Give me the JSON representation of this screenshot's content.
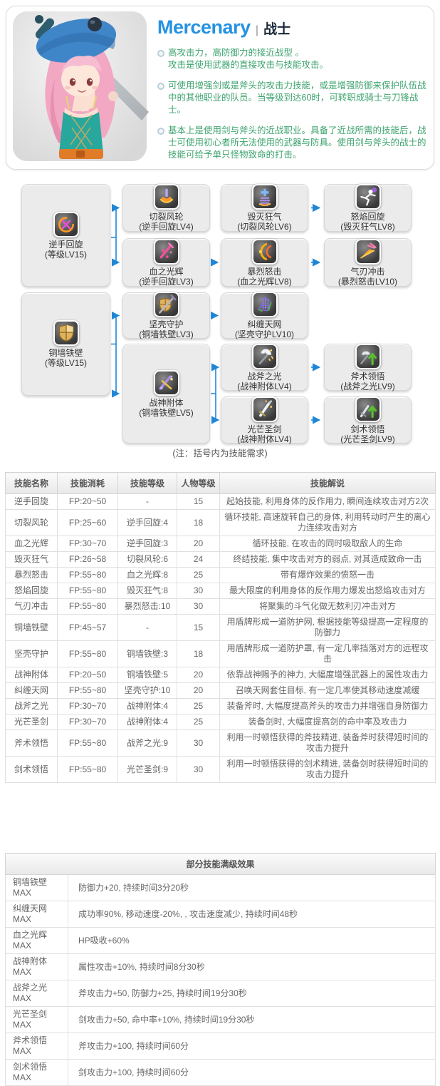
{
  "header": {
    "title_en": "Mercenary",
    "separator": "|",
    "title_cn": "战士",
    "bullets": [
      {
        "lines": [
          "高攻击力，高防御力的接近战型 。",
          "攻击是使用武器的直接攻击与技能攻击。"
        ]
      },
      {
        "lines": [
          "可使用增强剑或是斧头的攻击力技能，或是增强防御来保护队伍战",
          "中的其他职业的队员。当等级到达60时，可转职成骑士与刀锋战士。"
        ]
      },
      {
        "lines": [
          "基本上是使用剑与斧头的近战职业。具备了近战所需的技能后，战",
          "士可使用初心者所无法使用的武器与防具。使用剑与斧头的战士的",
          "技能可给予单只怪物致命的打击。"
        ]
      }
    ]
  },
  "colors": {
    "accent_blue": "#2492e2",
    "bullet_green": "#3da36e",
    "arrow_blue": "#1f86d6"
  },
  "skill_tree": {
    "note": "(注：括号内为技能需求)",
    "nodes": [
      {
        "id": "t1root",
        "name": "逆手回旋",
        "req": "(等级LV15)",
        "icon": "spin-strike-icon"
      },
      {
        "id": "qlfl",
        "name": "切裂风轮",
        "req": "(逆手回旋LV4)",
        "icon": "whirl-blade-icon"
      },
      {
        "id": "hmkq",
        "name": "毁灭狂气",
        "req": "(切裂风轮LV6)",
        "icon": "destroy-rage-icon"
      },
      {
        "id": "nyhx",
        "name": "怒焰回旋",
        "req": "(毁灭狂气LV8)",
        "icon": "rage-spin-icon"
      },
      {
        "id": "xzgh",
        "name": "血之光辉",
        "req": "(逆手回旋LV3)",
        "icon": "blood-light-icon"
      },
      {
        "id": "blnj",
        "name": "暴烈怒击",
        "req": "(血之光辉LV8)",
        "icon": "burst-strike-icon"
      },
      {
        "id": "qrcj",
        "name": "气刃冲击",
        "req": "(暴烈怒击LV10)",
        "icon": "blade-rush-icon"
      },
      {
        "id": "t2root",
        "name": "铜墙铁壁",
        "req": "(等级LV15)",
        "icon": "iron-wall-icon"
      },
      {
        "id": "jksh",
        "name": "坚壳守护",
        "req": "(铜墙铁壁LV3)",
        "icon": "shell-guard-icon"
      },
      {
        "id": "jctw",
        "name": "纠缠天网",
        "req": "(坚壳守护LV10)",
        "icon": "tangle-net-icon"
      },
      {
        "id": "zsft",
        "name": "战神附体",
        "req": "(铜墙铁壁LV5)",
        "icon": "wargod-icon"
      },
      {
        "id": "zfzg",
        "name": "战斧之光",
        "req": "(战神附体LV4)",
        "icon": "axe-light-icon"
      },
      {
        "id": "gmsj",
        "name": "光芒圣剑",
        "req": "(战神附体LV4)",
        "icon": "sword-light-icon"
      },
      {
        "id": "fslw",
        "name": "斧术领悟",
        "req": "(战斧之光LV9)",
        "icon": "axe-mastery-icon"
      },
      {
        "id": "jslw",
        "name": "剑术领悟",
        "req": "(光芒圣剑LV9)",
        "icon": "sword-mastery-icon"
      }
    ]
  },
  "skill_table": {
    "headers": [
      "技能名称",
      "技能消耗",
      "技能等级",
      "人物等级",
      "技能解说"
    ],
    "rows": [
      [
        "逆手回旋",
        "FP:20~50",
        "-",
        "15",
        "起始技能, 利用身体的反作用力, 瞬间连续攻击对方2次"
      ],
      [
        "切裂风轮",
        "FP:25~60",
        "逆手回旋:4",
        "18",
        "循环技能, 高速旋转自己的身体, 利用转动时产生的离心力连续攻击对方"
      ],
      [
        "血之光辉",
        "FP:30~70",
        "逆手回旋:3",
        "20",
        "循环技能, 在攻击的同时吸取敌人的生命"
      ],
      [
        "毁灭狂气",
        "FP:26~58",
        "切裂风轮:6",
        "24",
        "终结技能, 集中攻击对方的弱点, 对其造成致命一击"
      ],
      [
        "暴烈怒击",
        "FP:55~80",
        "血之光辉:8",
        "25",
        "带有爆炸效果的愤怒一击"
      ],
      [
        "怒焰回旋",
        "FP:55~80",
        "毁灭狂气:8",
        "30",
        "最大限度的利用身体的反作用力爆发出怒焰攻击对方"
      ],
      [
        "气刃冲击",
        "FP:55~80",
        "暴烈怒击:10",
        "30",
        "将聚集的斗气化做无数利刃冲击对方"
      ],
      [
        "铜墙铁壁",
        "FP:45~57",
        "-",
        "15",
        "用盾牌形成一道防护网, 根据技能等级提高一定程度的防御力"
      ],
      [
        "坚壳守护",
        "FP:55~80",
        "铜墙铁壁:3",
        "18",
        "用盾牌形成一道防护罩, 有一定几率挡落对方的远程攻击"
      ],
      [
        "战神附体",
        "FP:20~50",
        "铜墙铁壁:5",
        "20",
        "依靠战神赐予的神力, 大幅度增强武器上的属性攻击力"
      ],
      [
        "纠缠天网",
        "FP:55~80",
        "坚壳守护:10",
        "20",
        "召唤天网套住目标, 有一定几率使其移动速度减缓"
      ],
      [
        "战斧之光",
        "FP:30~70",
        "战神附体:4",
        "25",
        "装备斧时, 大幅度提高斧头的攻击力并增强自身防御力"
      ],
      [
        "光芒圣剑",
        "FP:30~70",
        "战神附体:4",
        "25",
        "装备剑时, 大幅度提高剑的命中率及攻击力"
      ],
      [
        "斧术领悟",
        "FP:55~80",
        "战斧之光:9",
        "30",
        "利用一时顿悟获得的斧技精进, 装备斧时获得短时间的攻击力提升"
      ],
      [
        "剑术领悟",
        "FP:55~80",
        "光芒圣剑:9",
        "30",
        "利用一时顿悟获得的剑术精进, 装备剑时获得短时间的攻击力提升"
      ]
    ]
  },
  "max_effects_table": {
    "title": "部分技能满级效果",
    "rows": [
      [
        "铜墙铁壁MAX",
        "防御力+20, 持续时间3分20秒"
      ],
      [
        "纠缠天网MAX",
        "成功率90%, 移动速度-20%, , 攻击速度减少, 持续时间48秒"
      ],
      [
        "血之光辉MAX",
        "HP吸收+60%"
      ],
      [
        "战神附体MAX",
        "属性攻击+10%, 持续时间8分30秒"
      ],
      [
        "战斧之光MAX",
        "斧攻击力+50, 防御力+25, 持续时间19分30秒"
      ],
      [
        "光芒圣剑MAX",
        "剑攻击力+50, 命中率+10%, 持续时间19分30秒"
      ],
      [
        "斧术领悟MAX",
        "斧攻击力+100, 持续时间60分"
      ],
      [
        "剑术领悟MAX",
        "剑攻击力+100, 持续时间60分"
      ]
    ]
  }
}
